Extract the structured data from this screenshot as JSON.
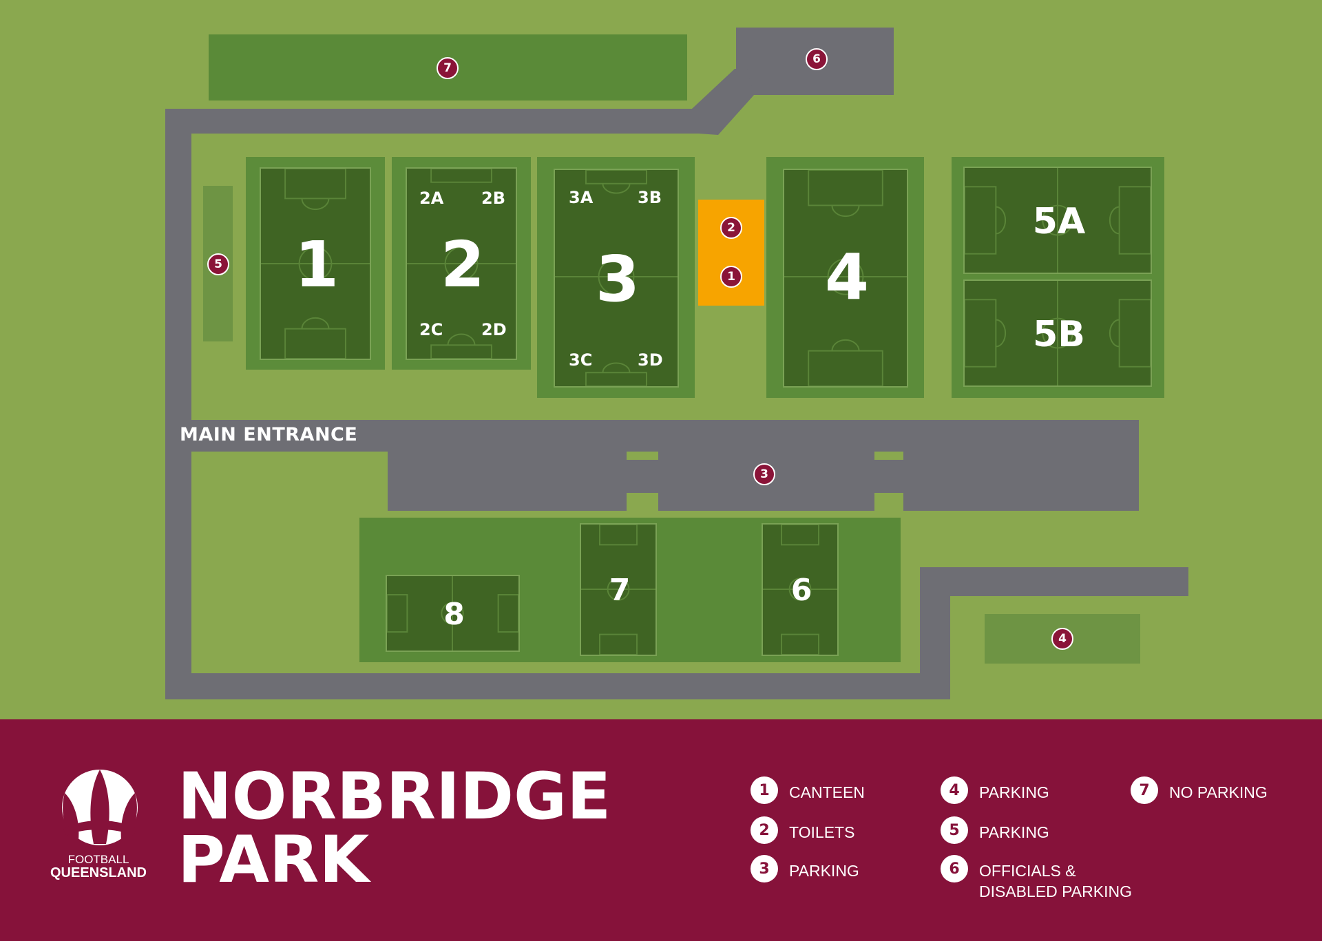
{
  "map": {
    "entrance_label": "MAIN ENTRANCE",
    "pitches": [
      {
        "id": "1",
        "label": "1"
      },
      {
        "id": "2",
        "label": "2",
        "subs": [
          "2A",
          "2B",
          "2C",
          "2D"
        ]
      },
      {
        "id": "3",
        "label": "3",
        "subs": [
          "3A",
          "3B",
          "3C",
          "3D"
        ]
      },
      {
        "id": "4",
        "label": "4"
      },
      {
        "id": "5a",
        "label": "5A"
      },
      {
        "id": "5b",
        "label": "5B"
      },
      {
        "id": "6",
        "label": "6"
      },
      {
        "id": "7",
        "label": "7"
      },
      {
        "id": "8",
        "label": "8"
      }
    ],
    "markers": [
      "1",
      "2",
      "3",
      "4",
      "5",
      "6",
      "7"
    ]
  },
  "footer": {
    "title_line1": "NORBRIDGE",
    "title_line2": "PARK",
    "logo_line1": "FOOTBALL",
    "logo_line2": "QUEENSLAND"
  },
  "legend": [
    {
      "num": "1",
      "label": "CANTEEN"
    },
    {
      "num": "2",
      "label": "TOILETS"
    },
    {
      "num": "3",
      "label": "PARKING"
    },
    {
      "num": "4",
      "label": "PARKING"
    },
    {
      "num": "5",
      "label": "PARKING"
    },
    {
      "num": "6",
      "label": "OFFICIALS & DISABLED PARKING"
    },
    {
      "num": "7",
      "label": "NO PARKING"
    }
  ],
  "colors": {
    "grass": "#8aa84f",
    "pitch": "#3f6423",
    "road": "#6e6e74",
    "building": "#f7a400",
    "footer": "#86123a",
    "marker": "#8a1438"
  }
}
